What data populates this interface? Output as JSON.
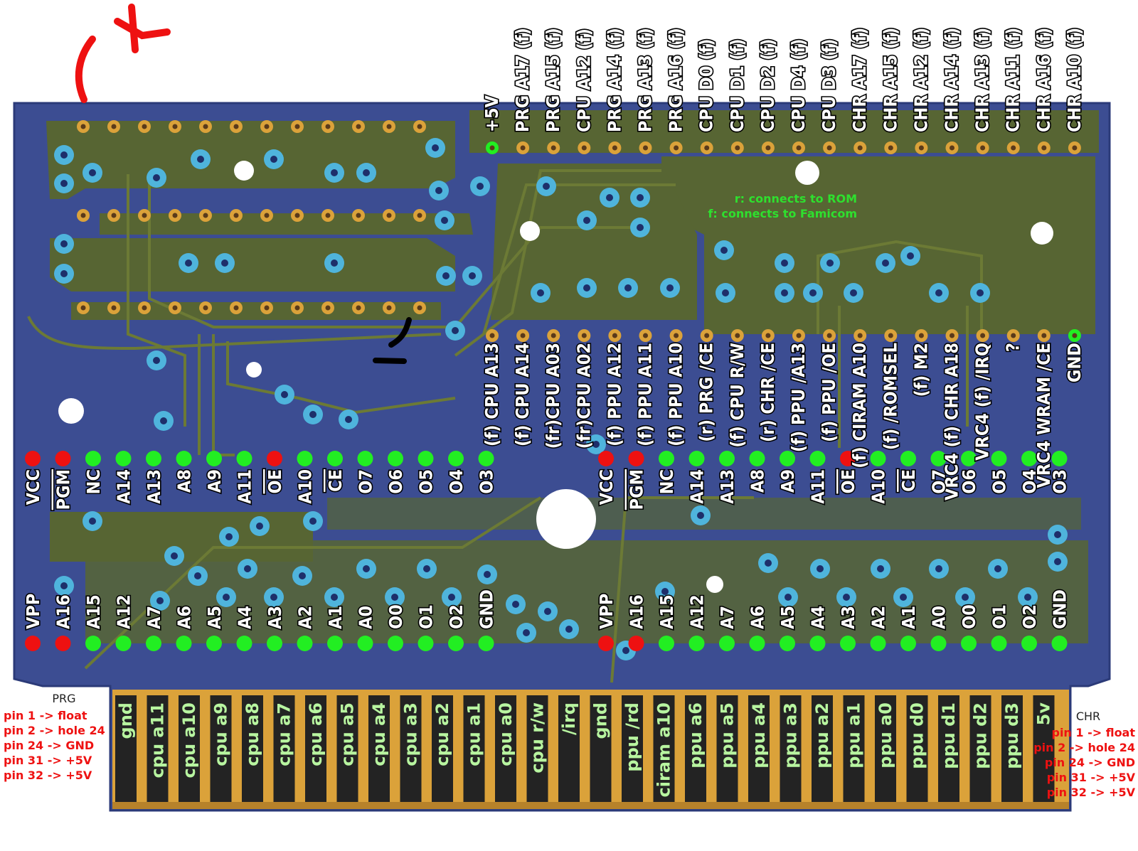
{
  "legend": {
    "r_note": "r: connects to ROM",
    "f_note": "f: connects to Famicom"
  },
  "top_header": [
    "+5V",
    "PRG A17 (f)",
    "PRG A15 (f)",
    "CPU A12 (f)",
    "PRG A14 (f)",
    "PRG A13 (f)",
    "PRG A16 (f)",
    "CPU D0 (f)",
    "CPU D1 (f)",
    "CPU D2 (f)",
    "CPU D4 (f)",
    "CPU D3 (f)",
    "CHR A17 (f)",
    "CHR A15 (f)",
    "CHR A12 (f)",
    "CHR A14 (f)",
    "CHR A13 (f)",
    "CHR A11 (f)",
    "CHR A16 (f)",
    "CHR A10 (f)"
  ],
  "mid_header": [
    "(f) CPU A13",
    "(f) CPU A14",
    "(fr)CPU A03",
    "(fr)CPU A02",
    "(f) PPU A12",
    "(f) PPU A11",
    "(f) PPU A10",
    "(r) PRG /CE",
    "(f) CPU R/W",
    "(r) CHR /CE",
    "(f) PPU /A13",
    "(f) PPU /OE",
    "(f) CIRAM A10",
    "(f) /ROMSEL",
    "(f) M2",
    "VRC4 (f) CHR A18",
    "VRC4 (f) /IRQ",
    "?",
    "VRC4 WRAM /CE",
    "GND"
  ],
  "prg_chip": {
    "upper": [
      "VCC",
      "PGM",
      "NC",
      "A14",
      "A13",
      "A8",
      "A9",
      "A11",
      "OE",
      "A10",
      "CE",
      "O7",
      "O6",
      "O5",
      "O4",
      "O3"
    ],
    "lower": [
      "VPP",
      "A16",
      "A15",
      "A12",
      "A7",
      "A6",
      "A5",
      "A4",
      "A3",
      "A2",
      "A1",
      "A0",
      "O0",
      "O1",
      "O2",
      "GND"
    ]
  },
  "chr_chip": {
    "upper": [
      "VCC",
      "PGM",
      "NC",
      "A14",
      "A13",
      "A8",
      "A9",
      "A11",
      "OE",
      "A10",
      "CE",
      "O7",
      "O6",
      "O5",
      "O4",
      "O3"
    ],
    "lower": [
      "VPP",
      "A16",
      "A15",
      "A12",
      "A7",
      "A6",
      "A5",
      "A4",
      "A3",
      "A2",
      "A1",
      "A0",
      "O0",
      "O1",
      "O2",
      "GND"
    ]
  },
  "fingers": [
    "gnd",
    "cpu a11",
    "cpu a10",
    "cpu a9",
    "cpu a8",
    "cpu a7",
    "cpu a6",
    "cpu a5",
    "cpu a4",
    "cpu a3",
    "cpu a2",
    "cpu a1",
    "cpu a0",
    "cpu r/w",
    "/irq",
    "gnd",
    "ppu /rd",
    "ciram a10",
    "ppu a6",
    "ppu a5",
    "ppu a4",
    "ppu a3",
    "ppu a2",
    "ppu a1",
    "ppu a0",
    "ppu d0",
    "ppu d1",
    "ppu d2",
    "ppu d3",
    "5v"
  ],
  "prg_note": {
    "title": "PRG",
    "lines": [
      "pin 1 -> float",
      "pin 2 -> hole 24",
      "pin 24 -> GND",
      "pin 31 -> +5V",
      "pin 32 -> +5V"
    ]
  },
  "chr_note": {
    "title": "CHR",
    "lines": [
      "pin 1 -> float",
      "pin 2 -> hole 24",
      "pin 24 -> GND",
      "pin 31 -> +5V",
      "pin 32 -> +5V"
    ]
  },
  "annotations": {
    "one_mark": "1"
  },
  "colors": {
    "board": "#3c4d92",
    "trace": "#59672f",
    "gold": "#dba23a",
    "pad_green": "#22ee22",
    "pad_red": "#ee1111",
    "via": "#4fb4dc"
  },
  "pin_states": {
    "prg_upper": [
      "red",
      "red",
      "green",
      "green",
      "green",
      "green",
      "green",
      "green",
      "red",
      "green",
      "green",
      "green",
      "green",
      "green",
      "green",
      "green"
    ],
    "prg_lower": [
      "red",
      "red",
      "green",
      "green",
      "green",
      "green",
      "green",
      "green",
      "green",
      "green",
      "green",
      "green",
      "green",
      "green",
      "green",
      "green"
    ],
    "chr_upper": [
      "red",
      "red",
      "green",
      "green",
      "green",
      "green",
      "green",
      "green",
      "red",
      "green",
      "green",
      "green",
      "green",
      "green",
      "green",
      "green"
    ],
    "chr_lower": [
      "red",
      "red",
      "green",
      "green",
      "green",
      "green",
      "green",
      "green",
      "green",
      "green",
      "green",
      "green",
      "green",
      "green",
      "green",
      "green"
    ]
  }
}
